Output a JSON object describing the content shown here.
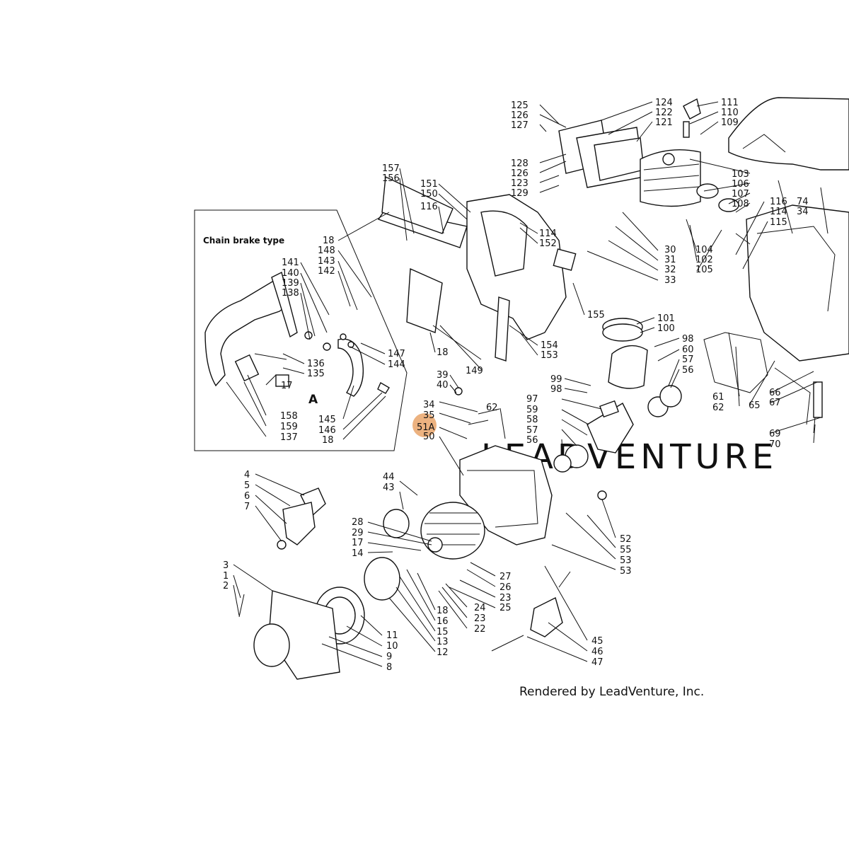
{
  "diagram": {
    "inset_title": "Chain brake type",
    "inset_letter": "A",
    "highlighted_label": "51A",
    "credit": "Rendered by LeadVenture, Inc.",
    "watermark": "LEADVENTURE",
    "highlight_color": "#e9a56a",
    "labels": {
      "top_cover": [
        "125",
        "126",
        "127",
        "124",
        "122",
        "121",
        "128",
        "126",
        "123",
        "129",
        "111",
        "110",
        "109"
      ],
      "cylinder": [
        "103",
        "106",
        "107",
        "108",
        "116",
        "74",
        "114",
        "34",
        "115",
        "104",
        "102",
        "105",
        "30",
        "31",
        "32",
        "33"
      ],
      "chain_cover": [
        "157",
        "156",
        "151",
        "150",
        "116",
        "114",
        "152",
        "155",
        "154",
        "153"
      ],
      "chain_brake": [
        "18",
        "148",
        "143",
        "142",
        "141",
        "140",
        "139",
        "138",
        "147",
        "144",
        "149",
        "18",
        "136",
        "135",
        "17",
        "158",
        "159",
        "137",
        "145",
        "146",
        "18"
      ],
      "piston": [
        "101",
        "100",
        "98",
        "60",
        "57",
        "56",
        "99",
        "98",
        "97",
        "59",
        "58",
        "57",
        "56",
        "62"
      ],
      "crankcase": [
        "39",
        "40",
        "34",
        "35",
        "51A",
        "50",
        "52",
        "55",
        "53",
        "53"
      ],
      "carburetor": [
        "61",
        "62",
        "65",
        "66",
        "67",
        "69",
        "70"
      ],
      "handle": [
        "4",
        "5",
        "6",
        "7"
      ],
      "flywheel": [
        "44",
        "43",
        "28",
        "29",
        "17",
        "14",
        "27",
        "26",
        "23",
        "25",
        "24",
        "23",
        "22",
        "18",
        "16",
        "15",
        "13",
        "12"
      ],
      "starter": [
        "3",
        "1",
        "2",
        "11",
        "10",
        "9",
        "8"
      ],
      "ignition": [
        "45",
        "46",
        "47"
      ]
    }
  }
}
